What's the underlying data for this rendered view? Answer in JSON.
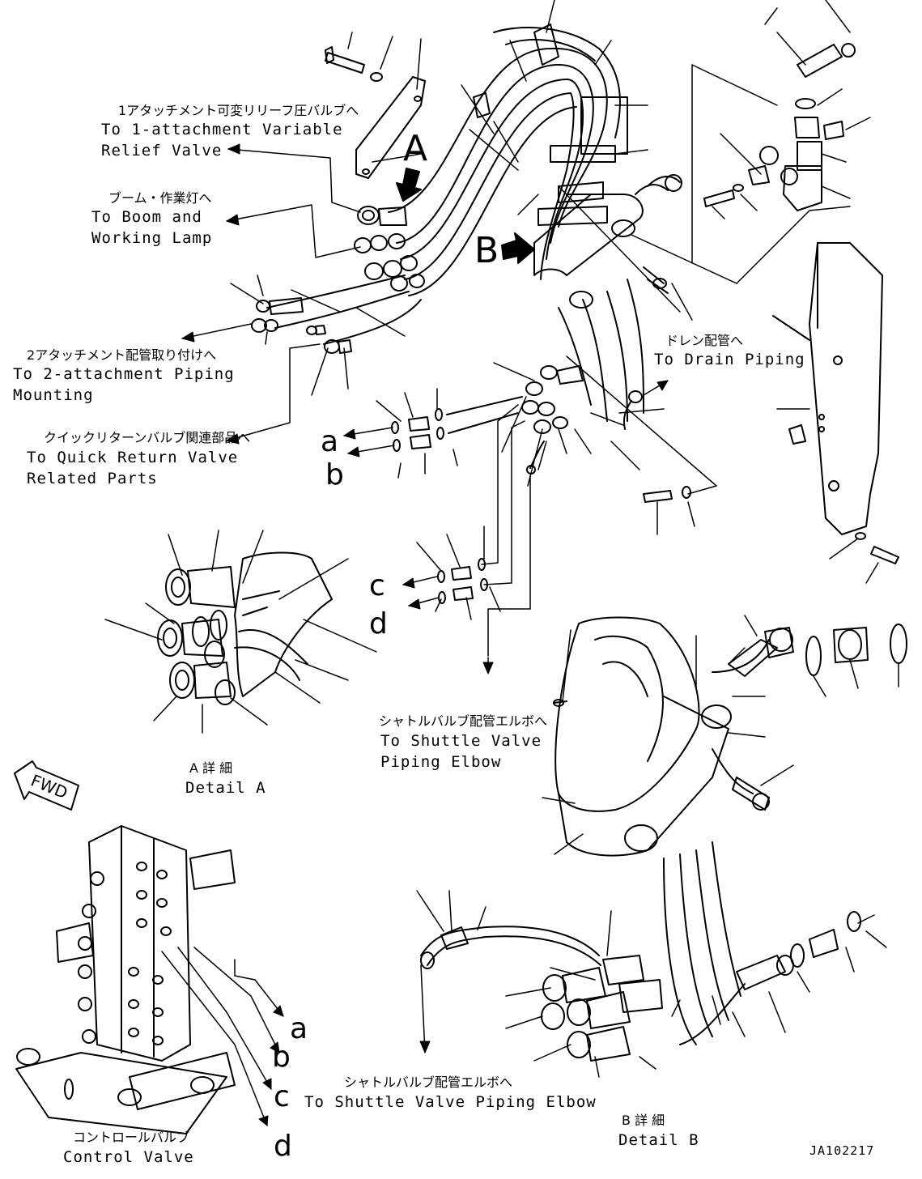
{
  "labels": {
    "relief_jp": "1アタッチメント可変リリーフ圧バルブへ",
    "relief_en1": "To 1-attachment Variable",
    "relief_en2": "Relief Valve",
    "boom_jp": "ブーム・作業灯へ",
    "boom_en1": "To Boom and",
    "boom_en2": "Working Lamp",
    "attach2_jp": "2アタッチメント配管取り付けへ",
    "attach2_en1": "To 2-attachment Piping",
    "attach2_en2": "Mounting",
    "quick_jp": "クイックリターンバルブ関連部品へ",
    "quick_en1": "To Quick Return Valve",
    "quick_en2": "Related Parts",
    "drain_jp": "ドレン配管へ",
    "drain_en": "To Drain Piping",
    "shuttle1_jp": "シャトルバルブ配管エルボへ",
    "shuttle1_en1": "To Shuttle Valve",
    "shuttle1_en2": "Piping Elbow",
    "shuttle2_jp": "シャトルバルブ配管エルボへ",
    "shuttle2_en": "To Shuttle Valve Piping Elbow",
    "detail_a_jp": "A 詳 細",
    "detail_a_en": "Detail A",
    "detail_b_jp": "B 詳 細",
    "detail_b_en": "Detail B",
    "control_jp": "コントロールバルブ",
    "control_en": "Control Valve",
    "fwd": "FWD",
    "drawing_no": "JA102217"
  },
  "callouts": {
    "A": "A",
    "B": "B",
    "a": "a",
    "b": "b",
    "c": "c",
    "d": "d"
  }
}
